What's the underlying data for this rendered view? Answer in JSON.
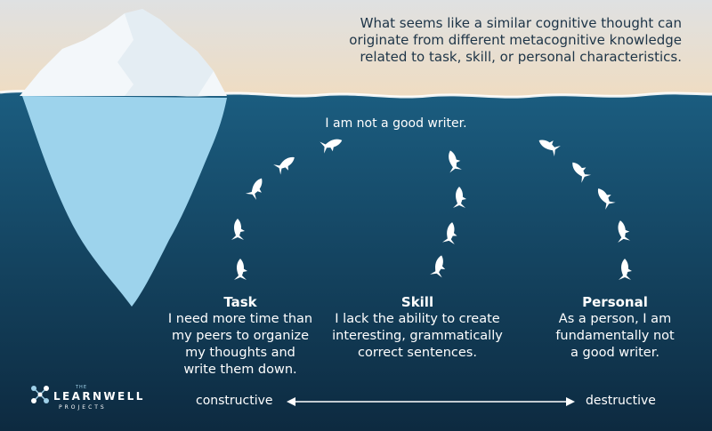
{
  "intro": {
    "lines": [
      "What seems like a similar cognitive thought can",
      "originate from different metacognitive knowledge",
      "related to task, skill, or personal characteristics."
    ]
  },
  "thought": "I am not a good writer.",
  "columns": [
    {
      "heading": "Task",
      "lines": [
        "I need more time than",
        "my peers to organize",
        "my thoughts and",
        "write them down."
      ]
    },
    {
      "heading": "Skill",
      "lines": [
        "I lack the ability to create",
        "interesting, grammatically",
        "correct sentences."
      ]
    },
    {
      "heading": "Personal",
      "lines": [
        "As a person, I am",
        "fundamentally not",
        "a good writer."
      ]
    }
  ],
  "scale": {
    "left": "constructive",
    "right": "destructive"
  },
  "logo": {
    "the": "THE",
    "word": "LEARNWELL",
    "sub": "PROJECTS"
  },
  "colors": {
    "sky_top": "#dfe1e2",
    "sky_bottom": "#f0dcc0",
    "ocean_top": "#1b5d80",
    "ocean_bottom": "#0d2a40",
    "iceberg_under": "#9dd3ec",
    "iceberg_top": "#f3f7fa",
    "fish": "#ffffff",
    "intro_text": "#1d3447",
    "logo_accent": "#9fd0e8"
  }
}
